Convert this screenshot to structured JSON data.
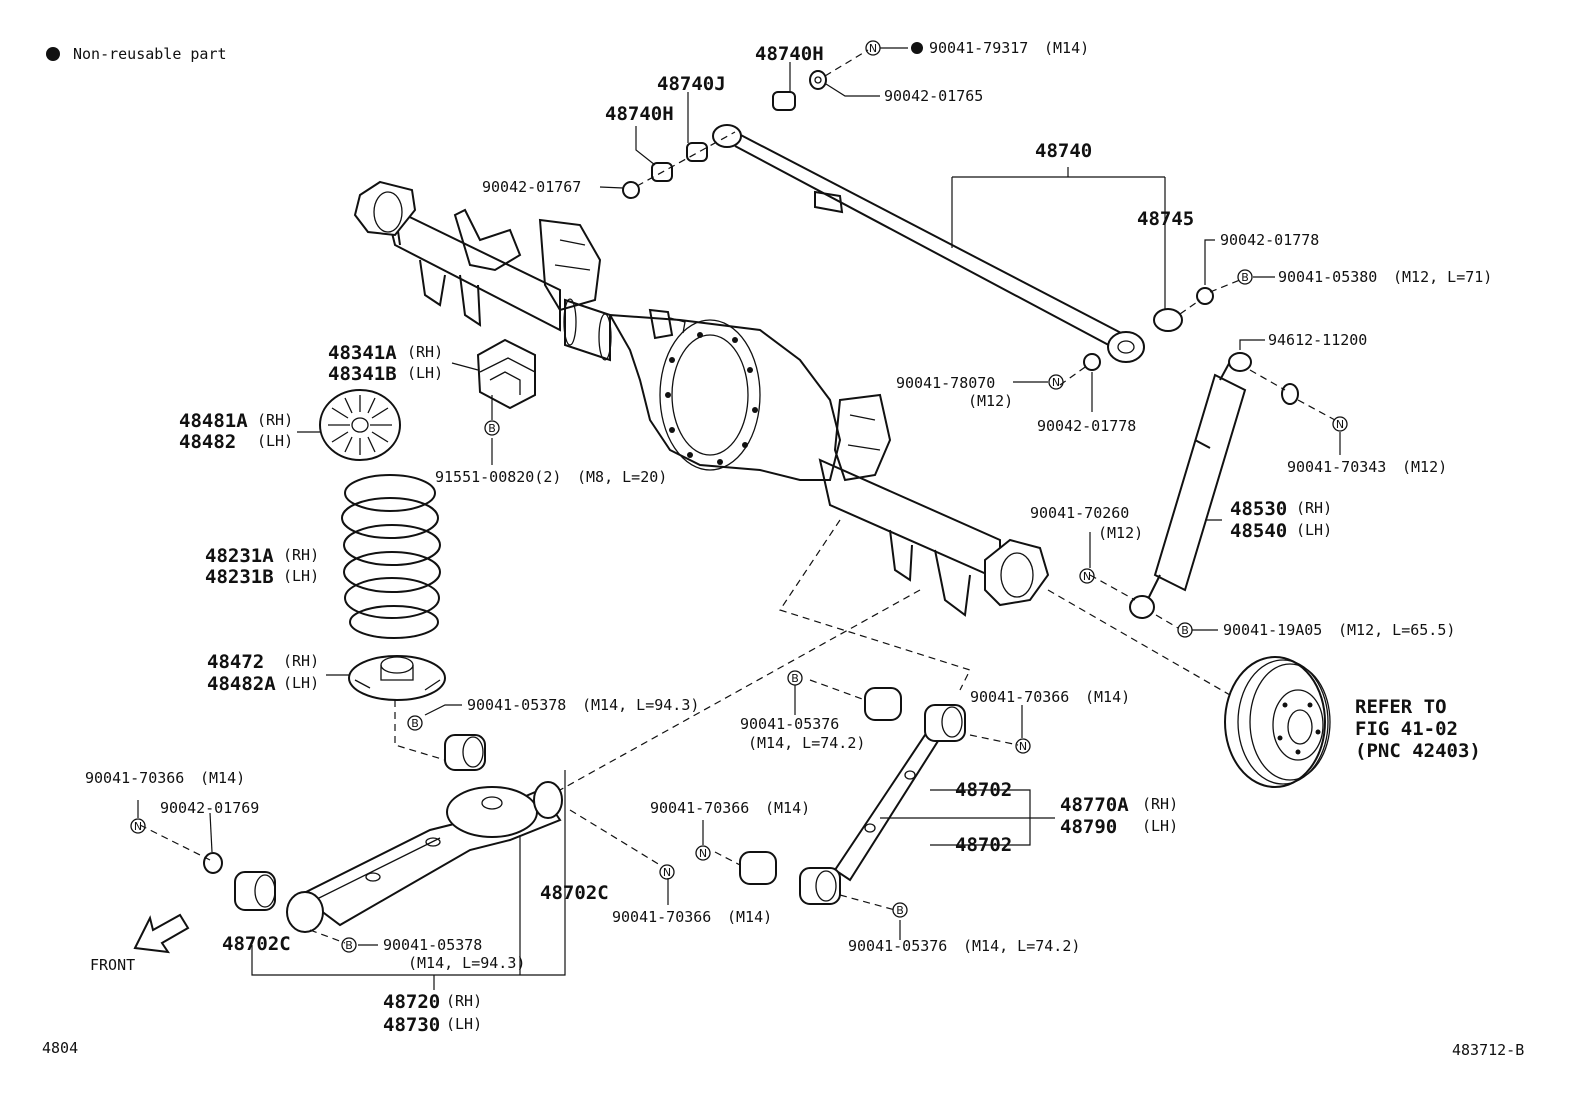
{
  "legend": {
    "marker": "●",
    "text": "Non-reusable part"
  },
  "footer": {
    "left": "4804",
    "right": "483712-B"
  },
  "front_label": "FRONT",
  "refer": {
    "line1": "REFER TO",
    "line2": "FIG 41-02",
    "line3": "(PNC 42403)"
  },
  "symbols": {
    "n": "N",
    "b": "B"
  },
  "labels": {
    "p48740H_top": "48740H",
    "p48740J": "48740J",
    "p48740H_left": "48740H",
    "p90041_79317": "90041-79317",
    "p90041_79317_spec": "(M14)",
    "p90042_01765": "90042-01765",
    "p48740": "48740",
    "p90042_01767": "90042-01767",
    "p48745": "48745",
    "p90042_01778_a": "90042-01778",
    "p90041_05380": "90041-05380",
    "p90041_05380_spec": "(M12, L=71)",
    "p94612_11200": "94612-11200",
    "p90041_78070": "90041-78070",
    "p90041_78070_spec": "(M12)",
    "p90042_01778_b": "90042-01778",
    "p90041_70343": "90041-70343",
    "p90041_70343_spec": "(M12)",
    "p48341A": "48341A",
    "p48341A_side": "(RH)",
    "p48341B": "48341B",
    "p48341B_side": "(LH)",
    "p48481A": "48481A",
    "p48481A_side": "(RH)",
    "p48482": "48482",
    "p48482_side": "(LH)",
    "p91551_00820": "91551-00820(2)",
    "p91551_00820_spec": "(M8, L=20)",
    "p48231A": "48231A",
    "p48231A_side": "(RH)",
    "p48231B": "48231B",
    "p48231B_side": "(LH)",
    "p90041_70260": "90041-70260",
    "p90041_70260_spec": "(M12)",
    "p48530": "48530",
    "p48530_side": "(RH)",
    "p48540": "48540",
    "p48540_side": "(LH)",
    "p90041_19A05": "90041-19A05",
    "p90041_19A05_spec": "(M12, L=65.5)",
    "p48472": "48472",
    "p48472_side": "(RH)",
    "p48482A": "48482A",
    "p48482A_side": "(LH)",
    "p90041_05378_top": "90041-05378",
    "p90041_05378_top_spec": "(M14, L=94.3)",
    "p90041_05376_top": "90041-05376",
    "p90041_05376_top_spec": "(M14, L=74.2)",
    "p90041_70366_right": "90041-70366",
    "p90041_70366_right_spec": "(M14)",
    "p90041_70366_left": "90041-70366",
    "p90041_70366_left_spec": "(M14)",
    "p90042_01769": "90042-01769",
    "p48702_a": "48702",
    "p48770A": "48770A",
    "p48770A_side": "(RH)",
    "p48790": "48790",
    "p48790_side": "(LH)",
    "p90041_70366_mid": "90041-70366",
    "p90041_70366_mid_spec": "(M14)",
    "p48702_b": "48702",
    "p48702C_right": "48702C",
    "p90041_70366_bot": "90041-70366",
    "p90041_70366_bot_spec": "(M14)",
    "p48702C_left": "48702C",
    "p90041_05378_bot": "90041-05378",
    "p90041_05378_bot_spec": "(M14, L=94.3)",
    "p90041_05376_bot": "90041-05376",
    "p90041_05376_bot_spec": "(M14, L=74.2)",
    "p48720": "48720",
    "p48720_side": "(RH)",
    "p48730": "48730",
    "p48730_side": "(LH)"
  }
}
